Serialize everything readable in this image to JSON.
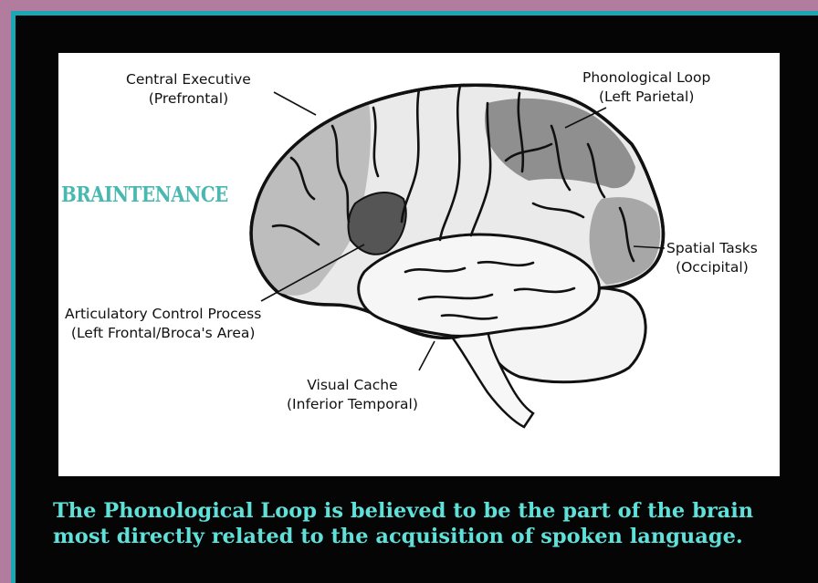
{
  "brand": "BRAINTENANCE",
  "labels": {
    "central_executive": {
      "line1": "Central Executive",
      "line2": "(Prefrontal)"
    },
    "phonological_loop": {
      "line1": "Phonological Loop",
      "line2": "(Left Parietal)"
    },
    "spatial_tasks": {
      "line1": "Spatial Tasks",
      "line2": "(Occipital)"
    },
    "articulatory": {
      "line1": "Articulatory Control Process",
      "line2": "(Left Frontal/Broca's Area)"
    },
    "visual_cache": {
      "line1": "Visual Cache",
      "line2": "(Inferior Temporal)"
    }
  },
  "caption": {
    "line1": "The Phonological Loop is believed to be the part of the brain",
    "line2": "most directly related to the acquisition of spoken language."
  },
  "colors": {
    "outer_border": "#b27c9e",
    "inner_border": "#1aa6b4",
    "panel": "#050505",
    "brand": "#49b8b0",
    "caption": "#5fe0d8"
  }
}
